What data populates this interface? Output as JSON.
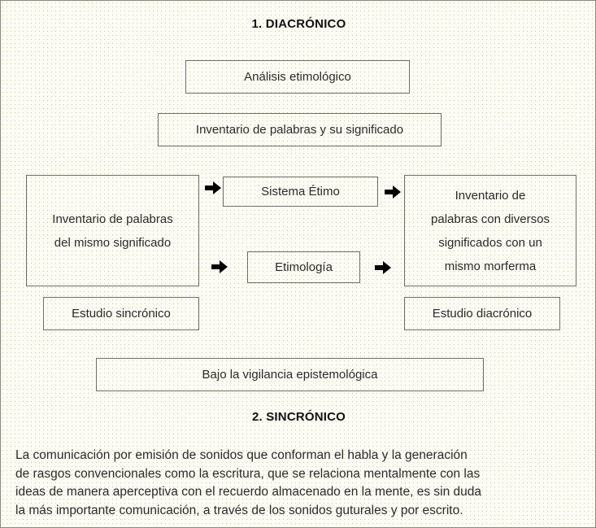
{
  "diagram": {
    "headings": [
      {
        "id": "heading-1",
        "text": "1. DIACRÓNICO"
      },
      {
        "id": "heading-2",
        "text": "2. SINCRÓNICO"
      }
    ],
    "boxes": {
      "analisis_etimologico": "Análisis etimológico",
      "inventario_palabras_significado": "Inventario de palabras y su significado",
      "inventario_mismo_significado_l1": "Inventario de palabras",
      "inventario_mismo_significado_l2": "del mismo significado",
      "sistema_etimo": "Sistema Étimo",
      "etimologia": "Etimología",
      "inventario_diversos_l1": "Inventario de",
      "inventario_diversos_l2": "palabras con diversos",
      "inventario_diversos_l3": "significados con un",
      "inventario_diversos_l4": "mismo morferma",
      "estudio_sincronico": "Estudio sincrónico",
      "estudio_diacronico": "Estudio diacrónico",
      "vigilancia_epistemologica": "Bajo la vigilancia epistemológica"
    },
    "arrows": {
      "glyph_name": "arrow-right-icon",
      "count": 4
    },
    "paragraph": {
      "line1": "La comunicación por emisión de sonidos que conforman el habla y la generación",
      "line2": "de rasgos convencionales como la escritura, que se relaciona mentalmente con las",
      "line3": "ideas de manera aperceptiva con el recuerdo almacenado en la mente, es sin duda",
      "line4": "la más importante comunicación, a través de los sonidos guturales y por escrito."
    },
    "colors": {
      "background": "#fdfdf6",
      "grid_dot": "#c9c9a8",
      "box_border": "#6f6f64",
      "text": "#2a2a2a",
      "heading_text": "#111111",
      "arrow": "#000000",
      "outer_border": "#8a8a7a"
    }
  }
}
